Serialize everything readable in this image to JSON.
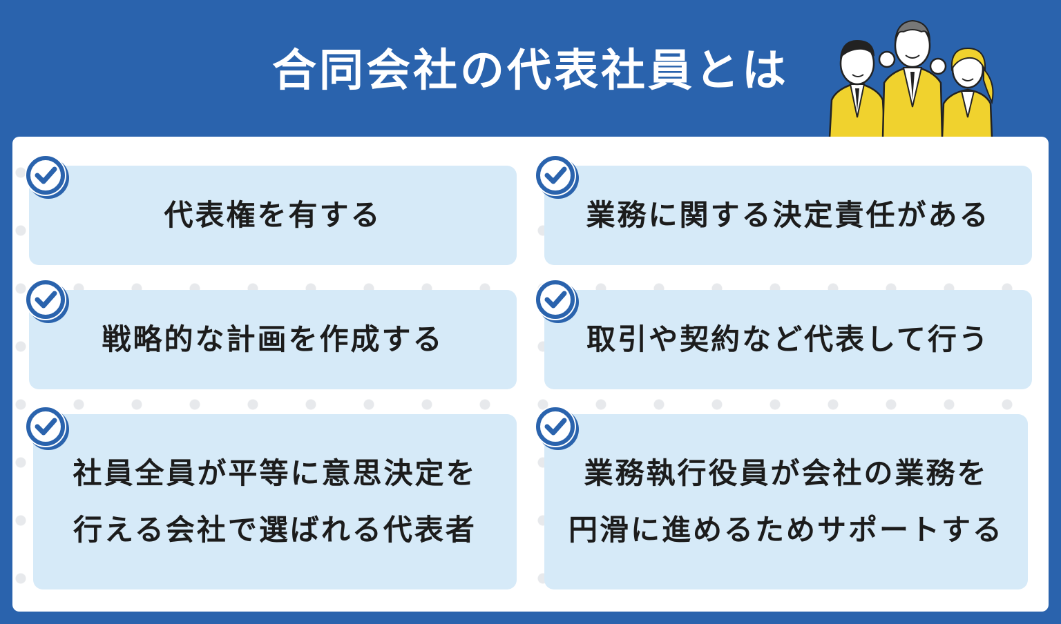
{
  "header": {
    "title": "合同会社の代表社員とは"
  },
  "cards": [
    {
      "text": "代表権を有する"
    },
    {
      "text": "業務に関する決定責任がある"
    },
    {
      "text": "戦略的な計画を作成する"
    },
    {
      "text": "取引や契約など代表して行う"
    },
    {
      "line1": "社員全員が平等に意思決定を",
      "line2": "行える会社で選ばれる代表者"
    },
    {
      "line1": "業務執行役員が会社の業務を",
      "line2": "円滑に進めるためサポートする"
    }
  ],
  "colors": {
    "background": "#2a63ad",
    "card": "#d6eaf8",
    "check": "#2a63ad",
    "suit": "#f0d22e"
  },
  "icons": [
    "checkmark-badge-icon",
    "business-people-illustration"
  ]
}
